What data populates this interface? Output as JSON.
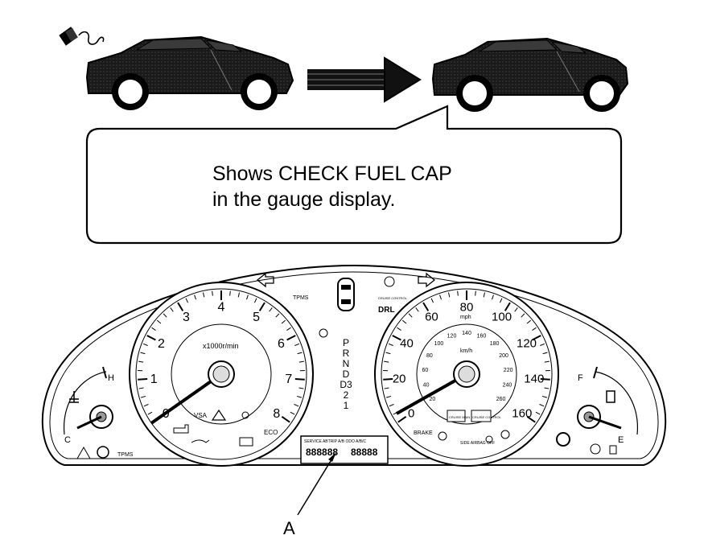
{
  "callout": {
    "line1": "Shows CHECK FUEL CAP",
    "line2": "in the gauge display."
  },
  "label_a": "A",
  "tachometer": {
    "ticks": [
      "0",
      "1",
      "2",
      "3",
      "4",
      "5",
      "6",
      "7",
      "8"
    ],
    "unit": "x1000r/min"
  },
  "speedometer": {
    "mph_ticks": [
      "0",
      "20",
      "40",
      "60",
      "80",
      "100",
      "120",
      "140",
      "160"
    ],
    "kmh_ticks": [
      "20",
      "40",
      "60",
      "80",
      "100",
      "120",
      "140",
      "160",
      "180",
      "200",
      "220",
      "240",
      "260"
    ],
    "mph_unit": "mph",
    "kmh_unit": "km/h"
  },
  "gear_positions": [
    "P",
    "R",
    "N",
    "D",
    "D3",
    "2",
    "1"
  ],
  "temp_gauge": {
    "hot": "H",
    "cold": "C"
  },
  "fuel_gauge": {
    "full": "F",
    "empty": "E"
  },
  "indicators": {
    "tpms": "TPMS",
    "tpms_warn": "TPMS",
    "drl": "DRL",
    "vsa": "VSA",
    "eco": "ECO",
    "brake": "BRAKE",
    "cruise": "CRUISE",
    "cruise_control": "CRUISE CONTROL",
    "cruise_main": "CRUISE MAIN",
    "cruise_control2": "CRUISE CONTROL",
    "side_airbag": "SIDE AIRBAG OFF"
  },
  "display": {
    "header": "SERVICE  ABTRIP A/B  ODO  A/B/C",
    "digits_left": "888888",
    "digits_right": "88888"
  }
}
